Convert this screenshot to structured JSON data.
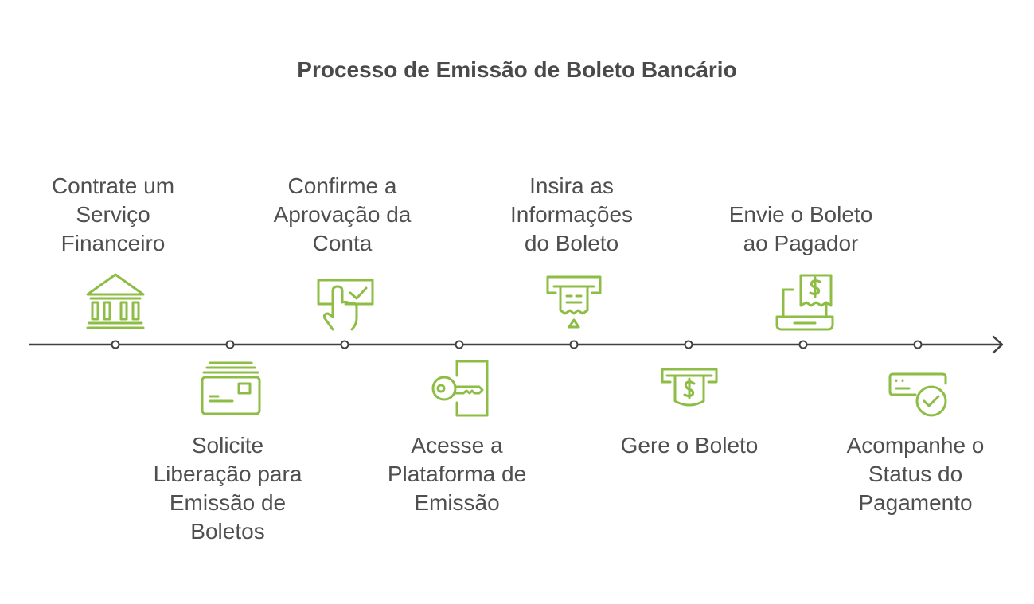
{
  "title": "Processo de Emissão de Boleto Bancário",
  "colors": {
    "accent": "#8dbd44",
    "line": "#404040",
    "text": "#4f4f4f"
  },
  "steps": [
    {
      "lines": [
        "Contrate um",
        "Serviço",
        "Financeiro"
      ],
      "icon": "bank-icon"
    },
    {
      "lines": [
        "Solicite",
        "Liberação para",
        "Emissão de",
        "Boletos"
      ],
      "icon": "card-stack-icon"
    },
    {
      "lines": [
        "Confirme a",
        "Aprovação da",
        "Conta"
      ],
      "icon": "touch-check-icon"
    },
    {
      "lines": [
        "Acesse a",
        "Plataforma de",
        "Emissão"
      ],
      "icon": "key-door-icon"
    },
    {
      "lines": [
        "Insira as",
        "Informações",
        "do Boleto"
      ],
      "icon": "receipt-dispenser-icon"
    },
    {
      "lines": [
        "Gere o Boleto"
      ],
      "icon": "dollar-dispenser-icon"
    },
    {
      "lines": [
        "Envie o Boleto",
        "ao Pagador"
      ],
      "icon": "laptop-invoice-icon"
    },
    {
      "lines": [
        "Acompanhe o",
        "Status do",
        "Pagamento"
      ],
      "icon": "card-check-icon"
    }
  ]
}
